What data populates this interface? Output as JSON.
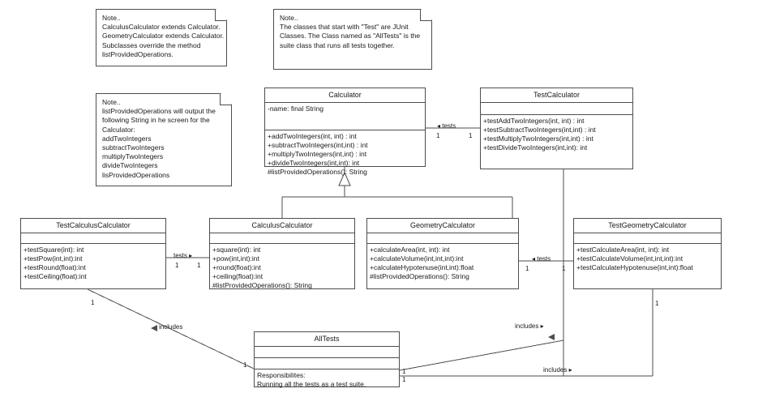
{
  "diagram": {
    "title": "Calculator JUnit UML Class Diagram",
    "type": "uml-class-diagram",
    "background": "#ffffff",
    "line_color": "#4d4d4d"
  },
  "notes": [
    {
      "id": "note-inheritance",
      "header": "Note..",
      "lines": [
        "CalculusCalculator extends Calculator.",
        "GeometryCalculator extends Calculator.",
        "Subclasses override the method",
        "listProvidedOperations."
      ]
    },
    {
      "id": "note-junit",
      "header": "Note..",
      "lines": [
        "The classes that start with \"Test\" are JUnit",
        "Classes. The Class named as \"AllTests\" is the",
        "suite class that runs all tests together."
      ]
    },
    {
      "id": "note-output",
      "header": "Note..",
      "lines": [
        "listProvidedOperations will output the",
        "following String in he screen for the",
        "Calculator:",
        "addTwoIntegers",
        "subtractTwoIntegers",
        "multiplyTwoIntegers",
        "divideTwoIntegers",
        "lisProvidedOperations"
      ]
    }
  ],
  "classes": [
    {
      "id": "calculator",
      "name": "Calculator",
      "attributes": [
        "-name: final String"
      ],
      "operations": [
        "+addTwoIntegers(int, int) : int",
        "+subtractTwoIntegers(int,int) : int",
        "+multiplyTwoIntegers(int,int) : int",
        "+divideTwoIntegers(int,int): int",
        "#listProvidedOperations(): String"
      ]
    },
    {
      "id": "test-calculator",
      "name": "TestCalculator",
      "attributes": [],
      "operations": [
        "+testAddTwoIntegers(int, int) : int",
        "+testSubtractTwoIntegers(int,int) : int",
        "+testMultiplyTwoIntegers(int,int) : int",
        "+testDivideTwoIntegers(int,int): int"
      ]
    },
    {
      "id": "test-calculus-calculator",
      "name": "TestCalculusCalculator",
      "attributes": [],
      "operations": [
        "+testSquare(int): int",
        "+testPow(int,int):int",
        "+testRound(float):int",
        "+testCeiling(float):int"
      ]
    },
    {
      "id": "calculus-calculator",
      "name": "CalculusCalculator",
      "attributes": [],
      "operations": [
        "+square(int): int",
        "+pow(int,int):int",
        "+round(float):int",
        "+ceiling(float):int",
        "#listProvidedOperations(): String"
      ]
    },
    {
      "id": "geometry-calculator",
      "name": "GeometryCalculator",
      "attributes": [],
      "operations": [
        "+calculateArea(int, int): int",
        "+calculateVolume(int,int,int):int",
        "+calculateHypotenuse(int,int):float",
        "#listProvidedOperations(): String"
      ]
    },
    {
      "id": "test-geometry-calculator",
      "name": "TestGeometryCalculator",
      "attributes": [],
      "operations": [
        "+testCalculateArea(int, int): int",
        "+testCalculateVolume(int,int,int):int",
        "+testCalculateHypotenuse(int,int):float"
      ]
    },
    {
      "id": "all-tests",
      "name": "AllTests",
      "attributes": [],
      "operations": [],
      "responsibilities": [
        "Responsibilites:",
        "Running all the tests as a test suite."
      ]
    }
  ],
  "associations": [
    {
      "id": "assoc-calculator-tests",
      "label": "tests",
      "arrow": "left",
      "source_multiplicity": "1",
      "target_multiplicity": "1"
    },
    {
      "id": "assoc-calculus-tests",
      "label": "tests",
      "arrow": "right",
      "source_multiplicity": "1",
      "target_multiplicity": "1"
    },
    {
      "id": "assoc-geometry-tests",
      "label": "tests",
      "arrow": "left",
      "source_multiplicity": "1",
      "target_multiplicity": "1"
    },
    {
      "id": "assoc-alltests-calculus",
      "label": "includes",
      "arrow": "left",
      "source_multiplicity": "1",
      "target_multiplicity": "1"
    },
    {
      "id": "assoc-alltests-testcalculator",
      "label": "includes",
      "arrow": "right",
      "source_multiplicity": "1",
      "target_multiplicity": "1"
    },
    {
      "id": "assoc-alltests-testgeometry",
      "label": "includes",
      "arrow": "right",
      "source_multiplicity": "1",
      "target_multiplicity": "1"
    }
  ],
  "generalizations": [
    {
      "id": "gen-calculus-calculator",
      "parent": "Calculator",
      "child": "CalculusCalculator"
    },
    {
      "id": "gen-geometry-calculator",
      "parent": "Calculator",
      "child": "GeometryCalculator"
    }
  ],
  "arrow_glyphs": {
    "left": "◂",
    "right": "▸"
  }
}
